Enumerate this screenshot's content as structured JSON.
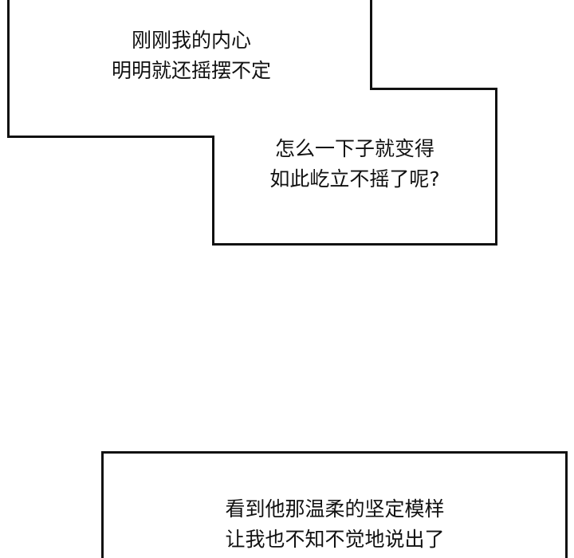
{
  "panel": {
    "caption_1": {
      "lines": [
        "刚刚我的内心",
        "明明就还摇摆不定"
      ]
    },
    "caption_2": {
      "lines": [
        "怎么一下子就变得",
        "如此屹立不摇了呢?"
      ]
    },
    "caption_3": {
      "lines": [
        "看到他那温柔的坚定模样",
        "让我也不知不觉地说出了"
      ]
    }
  }
}
